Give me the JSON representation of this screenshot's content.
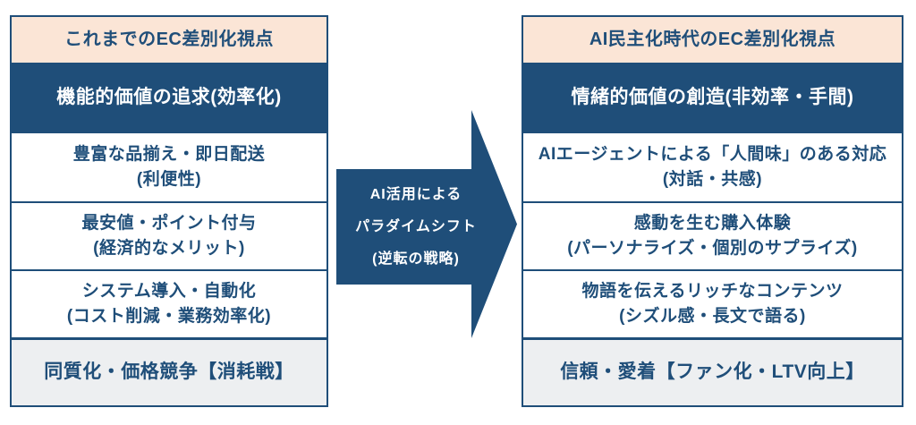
{
  "left_column": {
    "header": "これまでのEC差別化視点",
    "theme": "機能的価値の追求(効率化)",
    "items": [
      {
        "line1": "豊富な品揃え・即日配送",
        "line2": "(利便性)"
      },
      {
        "line1": "最安値・ポイント付与",
        "line2": "(経済的なメリット)"
      },
      {
        "line1": "システム導入・自動化",
        "line2": "(コスト削減・業務効率化)"
      }
    ],
    "outcome": "同質化・価格競争【消耗戦】"
  },
  "arrow": {
    "line1": "AI活用による",
    "line2": "パラダイムシフト",
    "line3": "(逆転の戦略)"
  },
  "right_column": {
    "header": "AI民主化時代のEC差別化視点",
    "theme": "情緒的価値の創造(非効率・手間)",
    "items": [
      {
        "line1": "AIエージェントによる「人間味」のある対応",
        "line2": "(対話・共感)"
      },
      {
        "line1": "感動を生む購入体験",
        "line2": "(パーソナライズ・個別のサプライズ)"
      },
      {
        "line1": "物語を伝えるリッチなコンテンツ",
        "line2": "(シズル感・長文で語る)"
      }
    ],
    "outcome": "信頼・愛着【ファン化・LTV向上】"
  },
  "colors": {
    "dark_blue": "#1f4e79",
    "peach_header": "#fbe5d6",
    "gray_outcome": "#edeff1",
    "white": "#ffffff"
  }
}
